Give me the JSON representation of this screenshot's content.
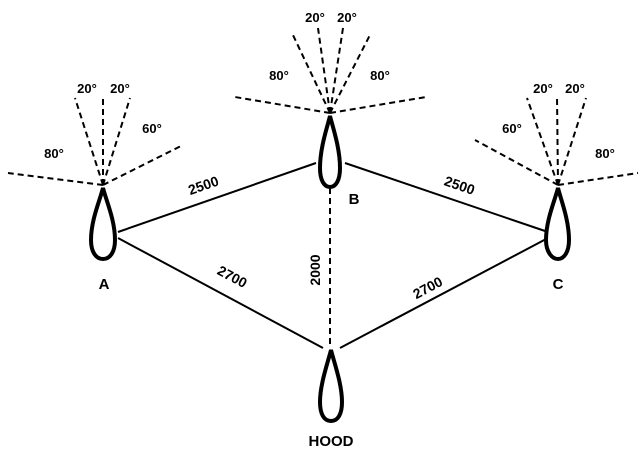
{
  "ships": {
    "a": {
      "label": "A"
    },
    "b": {
      "label": "B"
    },
    "c": {
      "label": "C"
    },
    "hood": {
      "label": "HOOD"
    }
  },
  "distances": {
    "a_b": "2500",
    "b_c": "2500",
    "a_hood": "2700",
    "c_hood": "2700",
    "b_hood": "2000"
  },
  "angles": {
    "a": [
      "80°",
      "20°",
      "20°",
      "60°"
    ],
    "b": [
      "80°",
      "20°",
      "20°",
      "80°"
    ],
    "c": [
      "60°",
      "20°",
      "20°",
      "80°"
    ]
  },
  "colors": {
    "line": "#000000",
    "background": "#ffffff"
  }
}
